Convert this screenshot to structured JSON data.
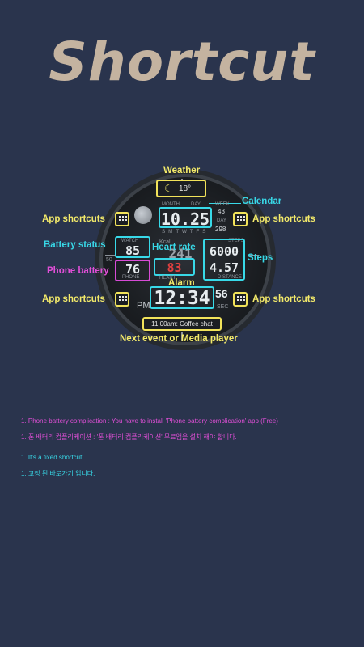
{
  "title": "Shortcut",
  "labels": {
    "weather": "Weather",
    "calendar": "Calendar",
    "app_shortcuts": "App shortcuts",
    "battery_status": "Battery status",
    "heart_rate": "Heart rate",
    "steps": "Steps",
    "phone_battery": "Phone battery",
    "alarm": "Alarm",
    "next_event": "Next event or Media player"
  },
  "watch": {
    "temperature": "18°",
    "date": "10.25",
    "month_label": "MONTH",
    "day_of_week_label": "DAY",
    "weekdays": "S M T W T F S",
    "week_label": "WEEK",
    "week_value": "43",
    "day_label": "DAY",
    "day_value": "298",
    "watch_label": "WATCH",
    "watch_battery": "85",
    "phone_label": "PHONE",
    "phone_battery": "76",
    "kcal_label": "Kcal",
    "kcal_value": "241",
    "heart_label": "HEART",
    "heart_value": "83",
    "steps_label": "STEPS",
    "steps_value": "6000",
    "distance_value": "4.57",
    "distance_label": "DISTANCE",
    "dial_50": "50",
    "ampm": "PM",
    "time": "12:34",
    "seconds": "56",
    "sec_label": "SEC",
    "event": "11:00am: Coffee chat"
  },
  "notes": [
    "1.   Phone battery complication :  You have to install  'Phone battery complication'  app (Free)",
    "1.   폰 배터리 컴플리케이션 :  '폰 배터리 컴플리케이션'  무료앱을 설치 해야 합니다.",
    "1.   It's a fixed shortcut.",
    "1.   고정 된 바로가기 입니다."
  ],
  "colors": {
    "background": "#2a344d",
    "title": "#c4b3a0",
    "yellow": "#f3ea6a",
    "cyan": "#38d9e8",
    "magenta": "#e24fd8"
  },
  "icons": [
    "moon-icon",
    "app-grid-icon"
  ]
}
